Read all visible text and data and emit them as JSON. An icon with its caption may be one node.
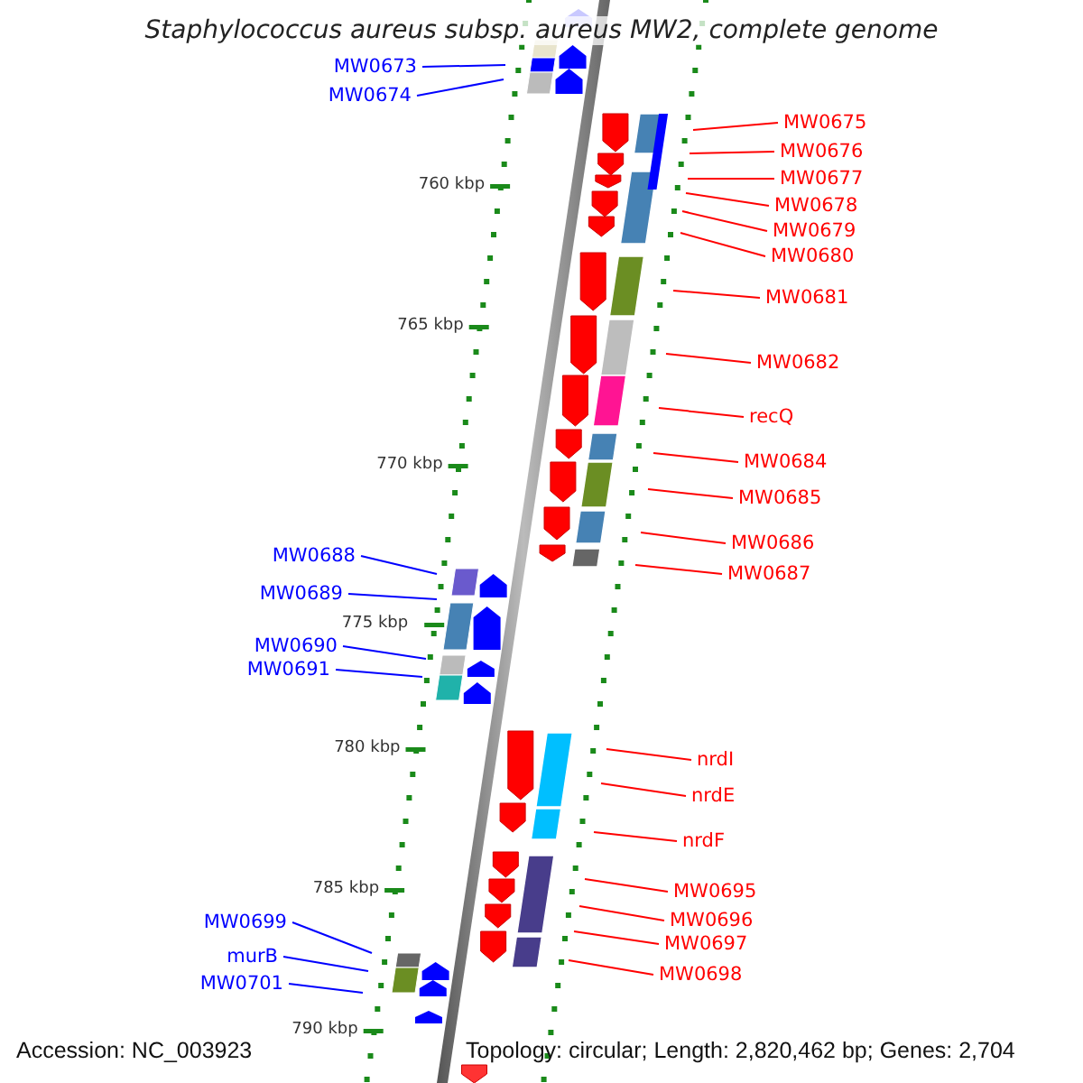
{
  "diagram": {
    "title": "Staphylococcus aureus subsp. aureus MW2, complete genome",
    "nodes": [
      {
        "text": [
          "MW0673"
        ]
      },
      {
        "text": [
          "MW0674"
        ]
      },
      {
        "text": [
          "MW0675"
        ]
      },
      {
        "text": [
          "MW0676"
        ]
      },
      {
        "text": [
          "MW0677"
        ]
      },
      {
        "text": [
          "MW0678"
        ]
      },
      {
        "text": [
          "MW0679"
        ]
      },
      {
        "text": [
          "MW0680"
        ]
      },
      {
        "text": [
          "MW0681"
        ]
      },
      {
        "text": [
          "MW0682"
        ]
      },
      {
        "text": [
          "recQ"
        ]
      },
      {
        "text": [
          "MW0684"
        ]
      },
      {
        "text": [
          "MW0685"
        ]
      },
      {
        "text": [
          "MW0686"
        ]
      },
      {
        "text": [
          "MW0687"
        ]
      },
      {
        "text": [
          "MW0688"
        ]
      },
      {
        "text": [
          "MW0689"
        ]
      },
      {
        "text": [
          "MW0690"
        ]
      },
      {
        "text": [
          "MW0691"
        ]
      },
      {
        "text": [
          "nrdI"
        ]
      },
      {
        "text": [
          "nrdE"
        ]
      },
      {
        "text": [
          "nrdF"
        ]
      },
      {
        "text": [
          "MW0695"
        ]
      },
      {
        "text": [
          "MW0696"
        ]
      },
      {
        "text": [
          "MW0697"
        ]
      },
      {
        "text": [
          "MW0698"
        ]
      },
      {
        "text": [
          "MW0699"
        ]
      },
      {
        "text": [
          "murB"
        ]
      },
      {
        "text": [
          "MW0701"
        ]
      }
    ],
    "edges": [
      {
        "from": 0,
        "to": null,
        "arrow": "none",
        "color": "#0000ff"
      },
      {
        "from": 1,
        "to": null,
        "arrow": "none",
        "color": "#0000ff"
      },
      {
        "from": 2,
        "to": null,
        "arrow": "none"
      },
      {
        "from": 3,
        "to": null,
        "arrow": "none"
      },
      {
        "from": 4,
        "to": null,
        "arrow": "none"
      },
      {
        "from": 5,
        "to": null,
        "arrow": "none"
      },
      {
        "from": 6,
        "to": null,
        "arrow": "none"
      },
      {
        "from": 7,
        "to": null,
        "arrow": "none"
      },
      {
        "from": 8,
        "to": null,
        "arrow": "none"
      },
      {
        "from": 9,
        "to": null,
        "arrow": "none"
      },
      {
        "from": 10,
        "to": null,
        "arrow": "none"
      },
      {
        "from": 11,
        "to": null,
        "arrow": "none"
      },
      {
        "from": 12,
        "to": null,
        "arrow": "none"
      },
      {
        "from": 13,
        "to": null,
        "arrow": "none"
      },
      {
        "from": 14,
        "to": null,
        "arrow": "none"
      },
      {
        "from": 15,
        "to": null,
        "arrow": "none",
        "color": "#0000ff"
      },
      {
        "from": 16,
        "to": null,
        "arrow": "none",
        "color": "#0000ff"
      },
      {
        "from": 17,
        "to": null,
        "arrow": "none",
        "color": "#0000ff"
      },
      {
        "from": 18,
        "to": null,
        "arrow": "none",
        "color": "#0000ff"
      },
      {
        "from": 19,
        "to": null,
        "arrow": "none"
      },
      {
        "from": 20,
        "to": null,
        "arrow": "none"
      },
      {
        "from": 21,
        "to": null,
        "arrow": "none"
      },
      {
        "from": 22,
        "to": null,
        "arrow": "none"
      },
      {
        "from": 23,
        "to": null,
        "arrow": "none"
      },
      {
        "from": 24,
        "to": null,
        "arrow": "none"
      },
      {
        "from": 25,
        "to": null,
        "arrow": "none"
      },
      {
        "from": 26,
        "to": null,
        "arrow": "none",
        "color": "#0000ff"
      },
      {
        "from": 27,
        "to": null,
        "arrow": "none",
        "color": "#0000ff"
      },
      {
        "from": 28,
        "to": null,
        "arrow": "none",
        "color": "#0000ff"
      }
    ],
    "labels": [
      "760 kbp",
      "765 kbp",
      "770 kbp",
      "775 kbp",
      "780 kbp",
      "785 kbp",
      "790 kbp",
      "Accession: NC_003923",
      "Topology: circular; Length: 2,820,462 bp; Genes: 2,704"
    ]
  }
}
